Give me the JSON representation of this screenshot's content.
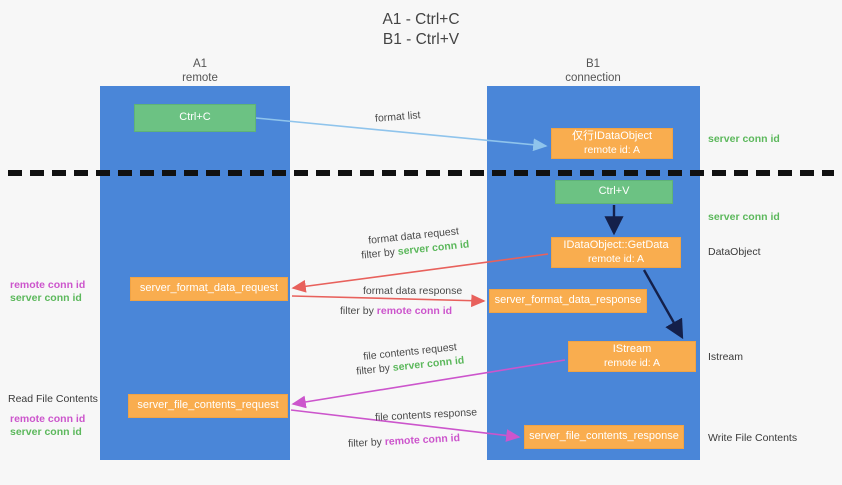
{
  "title": {
    "line1": "A1 - Ctrl+C",
    "line2": "B1 - Ctrl+V"
  },
  "columns": [
    {
      "name": "A1",
      "role": "remote"
    },
    {
      "name": "B1",
      "role": "connection"
    }
  ],
  "nodes": {
    "ctrl_c": {
      "line1": "Ctrl+C",
      "line2": "",
      "color": "#6cc283"
    },
    "idataobject": {
      "line1": "仅行IDataObject",
      "line2": "remote id: A",
      "color": "#f9ad4f"
    },
    "ctrl_v": {
      "line1": "Ctrl+V",
      "line2": "",
      "color": "#6cc283"
    },
    "getdata": {
      "line1": "IDataObject::GetData",
      "line2": "remote id: A",
      "color": "#f9ad4f"
    },
    "format_request": {
      "line1": "server_format_data_request",
      "line2": "",
      "color": "#f9ad4f"
    },
    "format_response": {
      "line1": "server_format_data_response",
      "line2": "",
      "color": "#f9ad4f"
    },
    "istream": {
      "line1": "IStream",
      "line2": "remote id: A",
      "color": "#f9ad4f"
    },
    "file_request": {
      "line1": "server_file_contents_request",
      "line2": "",
      "color": "#f9ad4f"
    },
    "file_response": {
      "line1": "server_file_contents_response",
      "line2": "",
      "color": "#f9ad4f"
    }
  },
  "edges": {
    "format_list": "format list",
    "format_data_request": "format data request",
    "format_data_request_filter_prefix": "filter by ",
    "format_data_request_filter_value": "server conn id",
    "format_data_response": "format data response",
    "format_data_response_filter_prefix": "filter by ",
    "format_data_response_filter_value": "remote conn id",
    "file_contents_request": "file contents request",
    "file_contents_request_filter_prefix": "filter by ",
    "file_contents_request_filter_value": "server conn id",
    "file_contents_response": "file contents response",
    "file_contents_response_filter_prefix": "filter by ",
    "file_contents_response_filter_value": "remote conn id"
  },
  "annotations": {
    "right_server_conn_id_1": "server conn id",
    "right_server_conn_id_2": "server conn id",
    "right_dataobject": "DataObject",
    "right_istream": "Istream",
    "right_write_file_contents": "Write File Contents",
    "left_remote_conn_id_1": "remote conn id",
    "left_server_conn_id_1": "server conn id",
    "left_read_file_contents": "Read File Contents",
    "left_remote_conn_id_2": "remote conn id",
    "left_server_conn_id_2": "server conn id"
  },
  "colors": {
    "background": "#f7f7f7",
    "lane": "#4a86d8",
    "green_node": "#6cc283",
    "orange_node": "#f9ad4f",
    "arrow_blue": "#8fc4ec",
    "arrow_red": "#e8615c",
    "arrow_magenta": "#cc55cc",
    "arrow_navy": "#14204a",
    "text_green": "#5cb85c",
    "text_magenta": "#cc55cc",
    "separator": "#111111"
  }
}
